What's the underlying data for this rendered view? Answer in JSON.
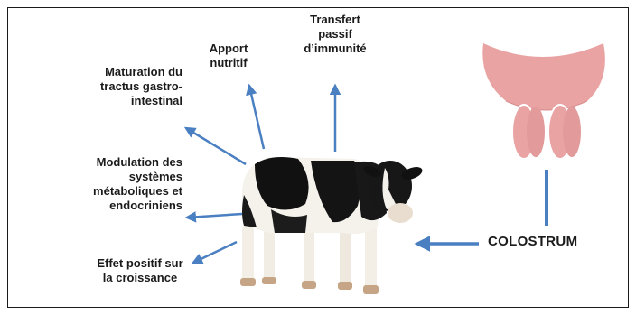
{
  "diagram": {
    "labels": {
      "transfert": "Transfert passif d’immunité",
      "apport": "Apport nutritif",
      "maturation": "Maturation du tractus gastro- intestinal",
      "modulation": "Modulation des systèmes métaboliques et endocriniens",
      "effet": "Effet positif sur la croissance"
    },
    "source_label": "COLOSTRUM",
    "icons": [
      "udder-icon",
      "calf-illustration"
    ],
    "colors": {
      "arrow": "#4a7fc1",
      "udder": "#eaa3a3",
      "text": "#1b1b1b"
    }
  }
}
